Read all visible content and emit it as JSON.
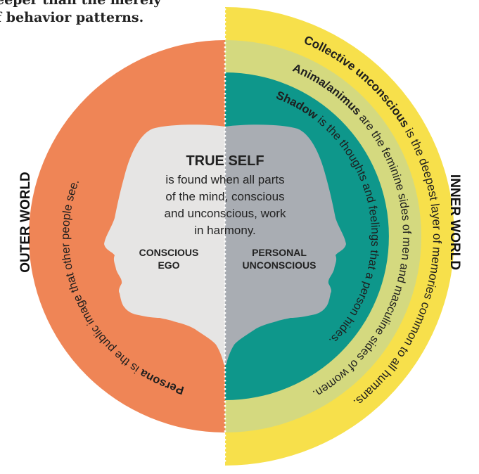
{
  "intro_text": {
    "line1": "eeper than the merely",
    "line2": "f behavior patterns."
  },
  "colors": {
    "outer_world": "#ef8556",
    "collective_unconscious": "#f7e04b",
    "anima_animus": "#d4d97f",
    "shadow": "#0e978b",
    "conscious_ego_head": "#e6e5e4",
    "personal_unconscious_head": "#a9adb3"
  },
  "labels": {
    "outer_world": "OUTER WORLD",
    "inner_world": "INNER WORLD"
  },
  "rings": {
    "collective": {
      "term": "Collective unconscious",
      "desc": " is the deepest layer of memories common to all humans."
    },
    "anima": {
      "term": "Anima/animus",
      "desc": " are the feminine sides of men and masculine sides of women."
    },
    "shadow": {
      "term": "Shadow",
      "desc": " is the thoughts and feelings that a person hides."
    },
    "persona": {
      "term": "Persona",
      "desc": " is the public image that other people see."
    }
  },
  "center": {
    "title": "TRUE SELF",
    "lines": [
      "is found when all parts",
      "of the mind, conscious",
      "and unconscious, work",
      "in harmony."
    ],
    "left_label": [
      "CONSCIOUS",
      "EGO"
    ],
    "right_label": [
      "PERSONAL",
      "UNCONSCIOUS"
    ]
  }
}
